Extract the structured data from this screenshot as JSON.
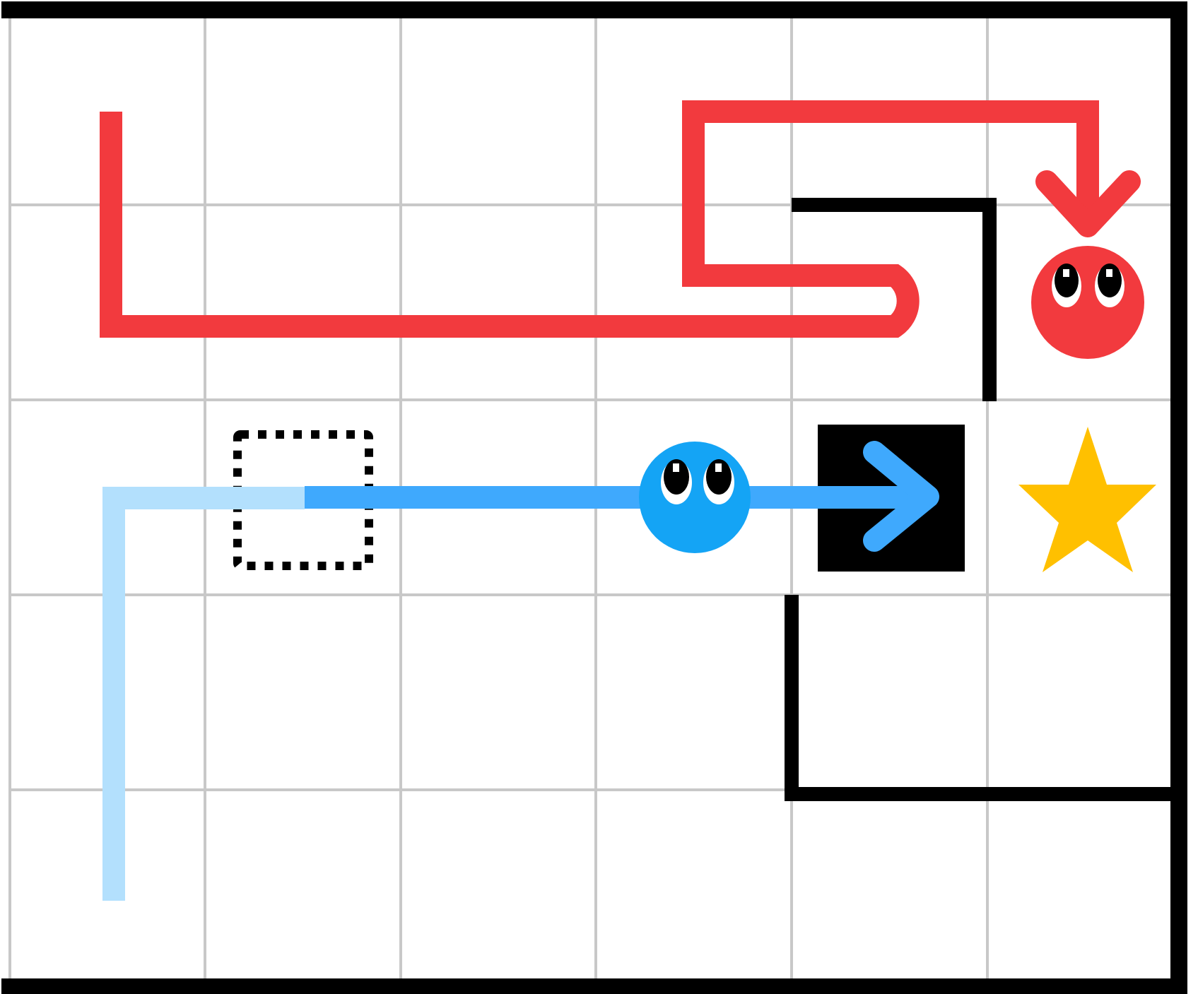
{
  "board": {
    "columns": 6,
    "rows": 5,
    "background": "#ffffff",
    "grid_line_color": "#c8c8c8",
    "wall_color": "#000000"
  },
  "colors": {
    "red_path": "#f23a3e",
    "red_character": "#f23a3e",
    "blue_path": "#3fa9fd",
    "blue_path_faded": "#b3e0fd",
    "blue_character": "#14a4f5",
    "goal_star": "#ffc000",
    "block": "#000000",
    "eye_white": "#ffffff",
    "pupil": "#000000"
  },
  "entities": {
    "red_character": {
      "name": "red-character"
    },
    "blue_character": {
      "name": "blue-character"
    },
    "goal": {
      "icon": "star-icon"
    },
    "pushable_block": {
      "icon": "black-square"
    },
    "dotted_target": {
      "icon": "dotted-square-outline"
    }
  }
}
